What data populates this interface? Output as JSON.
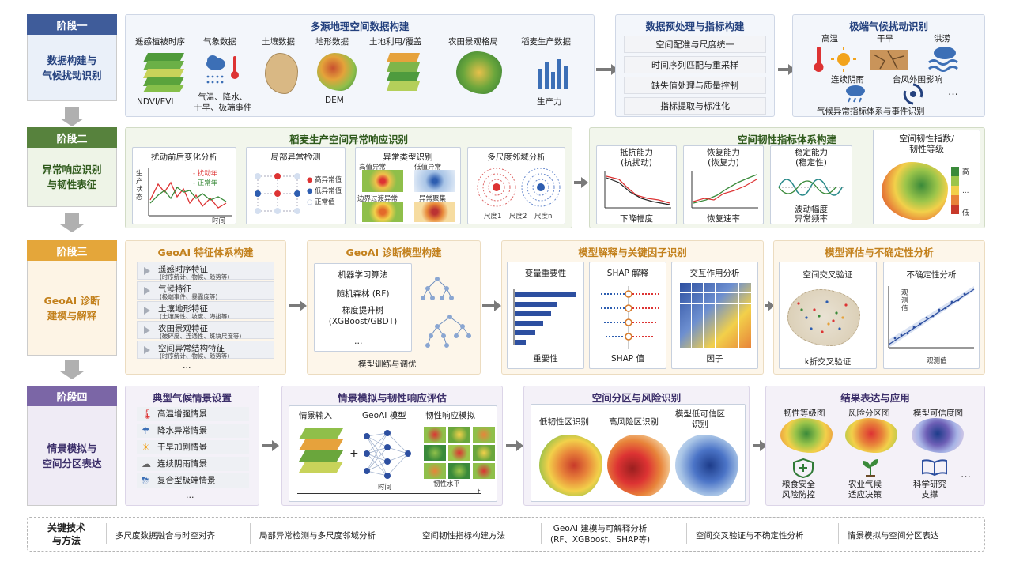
{
  "stages": [
    {
      "header": "阶段一",
      "body": "数据构建与\n气候扰动识别",
      "color": "#3f5c9a",
      "bg": "#eaf0f9"
    },
    {
      "header": "阶段二",
      "body": "异常响应识别\n与韧性表征",
      "color": "#57823d",
      "bg": "#eef4e7"
    },
    {
      "header": "阶段三",
      "body": "GeoAI 诊断\n建模与解释",
      "color": "#e4a63a",
      "bg": "#fdf4e5"
    },
    {
      "header": "阶段四",
      "body": "情景模拟与\n空间分区表达",
      "color": "#7b66a6",
      "bg": "#efebf5"
    }
  ],
  "row1": {
    "p1": {
      "title": "多源地理空间数据构建",
      "items": [
        "遥感植被时序",
        "气象数据",
        "土壤数据",
        "地形数据",
        "土地利用/覆盖",
        "农田景观格局",
        "稻麦生产数据"
      ],
      "caps": [
        "NDVI/EVI",
        "气温、降水、\n干旱、极端事件",
        "DEM",
        "生产力"
      ]
    },
    "p2": {
      "title": "数据预处理与指标构建",
      "items": [
        "空间配准与尺度统一",
        "时间序列匹配与重采样",
        "缺失值处理与质量控制",
        "指标提取与标准化"
      ]
    },
    "p3": {
      "title": "极端气候扰动识别",
      "items": [
        "高温",
        "干旱",
        "洪涝",
        "连续阴雨",
        "台风外围影响",
        "…"
      ],
      "caption": "气候异常指标体系与事件识别"
    }
  },
  "row2": {
    "p1": {
      "title": "稻麦生产空间异常响应识别",
      "s1": {
        "title": "扰动前后变化分析",
        "ylabel": "生\n产\n状\n态",
        "legend": [
          "扰动年",
          "正常年"
        ],
        "xlabel": "时间"
      },
      "s2": {
        "title": "局部异常检测",
        "legend": [
          "高异常值",
          "低异常值",
          "正常值"
        ]
      },
      "s3": {
        "title": "异常类型识别",
        "tags": [
          "高值异常",
          "低值异常",
          "边界过渡异常",
          "异常聚集"
        ]
      },
      "s4": {
        "title": "多尺度邻域分析",
        "scales": [
          "尺度1",
          "尺度2",
          "尺度n"
        ]
      }
    },
    "p2": {
      "title": "空间韧性指标体系构建",
      "s1": {
        "title": "抵抗能力\n(抗扰动)",
        "cap": "下降幅度"
      },
      "s2": {
        "title": "恢复能力\n(恢复力)",
        "cap": "恢复速率"
      },
      "s3": {
        "title": "稳定能力\n(稳定性)",
        "cap": "波动幅度\n异常频率"
      },
      "s4": {
        "title": "空间韧性指数/\n韧性等级",
        "legend": [
          "高",
          "…",
          "低"
        ]
      }
    }
  },
  "row3": {
    "p1": {
      "title": "GeoAI 特征体系构建",
      "features": [
        {
          "t": "遥感时序特征",
          "s": "(时序统计、物候、趋势等)"
        },
        {
          "t": "气候特征",
          "s": "(极端事件、暴露度等)"
        },
        {
          "t": "土壤地形特征",
          "s": "(土壤属性、坡度、海拔等)"
        },
        {
          "t": "农田景观特征",
          "s": "(破碎度、连通性、斑块尺度等)"
        },
        {
          "t": "空间异常结构特征",
          "s": "(时序统计、物候、趋势等)"
        }
      ],
      "more": "…"
    },
    "p2": {
      "title": "GeoAI 诊断模型构建",
      "items": [
        "机器学习算法",
        "随机森林 (RF)",
        "梯度提升树\n(XGBoost/GBDT)",
        "…"
      ],
      "caption": "模型训练与调优"
    },
    "p3": {
      "title": "模型解释与关键因子识别",
      "s1": {
        "title": "变量重要性",
        "cap": "重要性"
      },
      "s2": {
        "title": "SHAP 解释",
        "cap": "SHAP 值"
      },
      "s3": {
        "title": "交互作用分析",
        "cap": "因子"
      }
    },
    "p4": {
      "title": "模型评估与不确定性分析",
      "s1": {
        "title": "空间交叉验证",
        "cap": "k折交叉验证"
      },
      "s2": {
        "title": "不确定性分析",
        "ylabel": "观\n测\n值",
        "xlabel": "观测值"
      }
    }
  },
  "row4": {
    "p1": {
      "title": "典型气候情景设置",
      "items": [
        "高温增强情景",
        "降水异常情景",
        "干旱加剧情景",
        "连续阴雨情景",
        "复合型极端情景"
      ],
      "more": "…"
    },
    "p2": {
      "title": "情景模拟与韧性响应评估",
      "heads": [
        "情景输入",
        "GeoAI 模型",
        "韧性响应模拟"
      ],
      "plus": "+",
      "time": "时间",
      "level": "韧性水平",
      "t": "t"
    },
    "p3": {
      "title": "空间分区与风险识别",
      "items": [
        "低韧性区识别",
        "高风险区识别",
        "模型低可信区\n识别"
      ]
    },
    "p4": {
      "title": "结果表达与应用",
      "maps": [
        "韧性等级图",
        "风险分区图",
        "模型可信度图"
      ],
      "apps": [
        "粮食安全\n风险防控",
        "农业气候\n适应决策",
        "科学研究\n支撑"
      ],
      "more": "…"
    }
  },
  "key": {
    "title": "关键技术\n与方法",
    "items": [
      "多尺度数据融合与时空对齐",
      "局部异常检测与多尺度邻域分析",
      "空间韧性指标构建方法",
      "GeoAI 建模与可解释分析\n(RF、XGBoost、SHAP等)",
      "空间交叉验证与不确定性分析",
      "情景模拟与空间分区表达"
    ]
  }
}
